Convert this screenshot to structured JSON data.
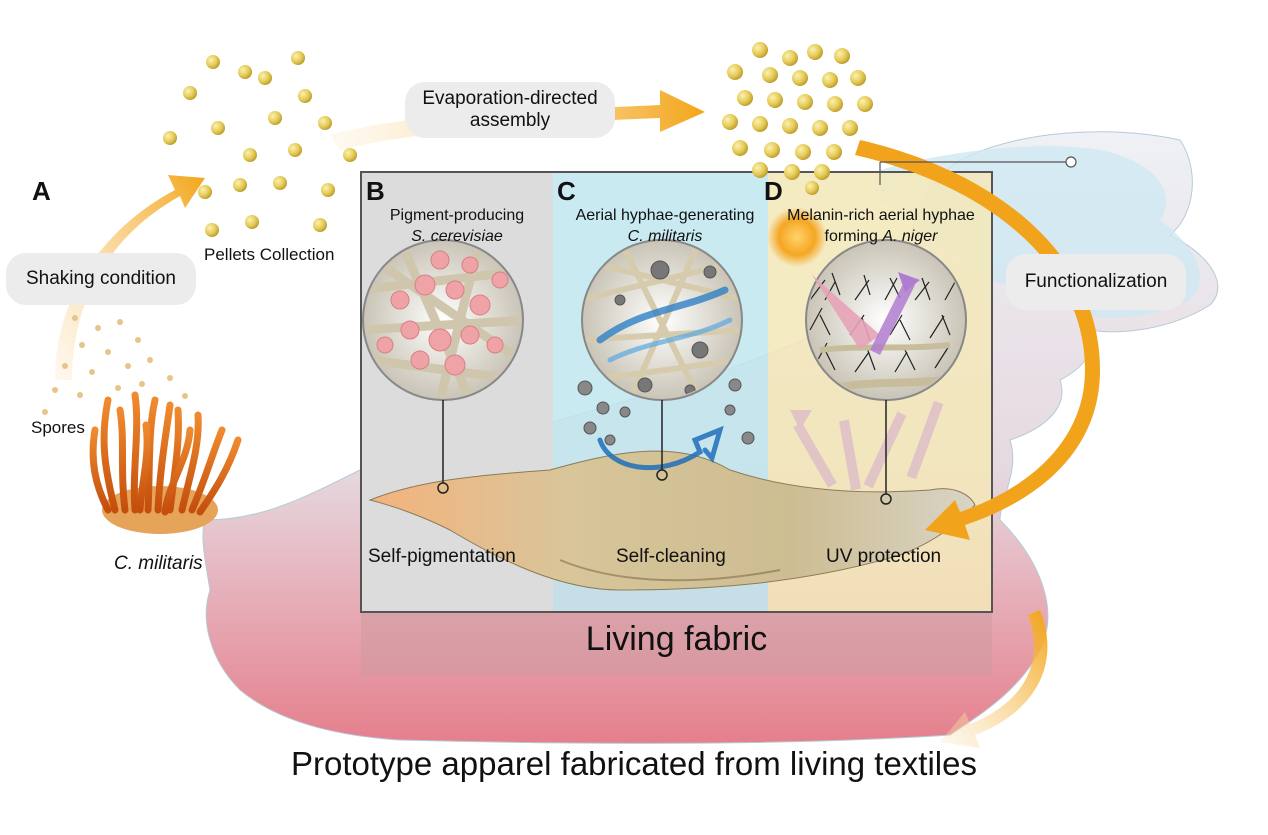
{
  "panels": {
    "a": {
      "letter": "A"
    },
    "b": {
      "letter": "B",
      "title_line1": "Pigment-producing",
      "title_line2": "S. cerevisiae",
      "function": "Self-pigmentation"
    },
    "c": {
      "letter": "C",
      "title_line1": "Aerial hyphae-generating",
      "title_line2": "C. militaris",
      "function": "Self-cleaning"
    },
    "d": {
      "letter": "D",
      "title_line1": "Melanin-rich aerial hyphae",
      "title_line2_prefix": "forming ",
      "title_line2_italic": "A. niger",
      "function": "UV protection"
    }
  },
  "steps": {
    "shaking": "Shaking condition",
    "evaporation_line1": "Evaporation-directed",
    "evaporation_line2": "assembly",
    "functionalization": "Functionalization"
  },
  "labels": {
    "pellets": "Pellets Collection",
    "spores": "Spores",
    "organism": "C. militaris",
    "living_fabric": "Living fabric",
    "bottom_caption": "Prototype apparel fabricated from living textiles"
  },
  "colors": {
    "arrow_orange": "#f2a516",
    "pellet_yellow": "#e8cf5a",
    "panel_b_bg": "#dcdcdc",
    "panel_c_bg": "#bfe6ee",
    "panel_d_bg": "#f3e7b8",
    "apparel_pink": "#e88e97",
    "apparel_blue": "#cfe9f4",
    "cordyceps_orange": "#e56a14",
    "hyphae_pink": "#f0a3a6"
  }
}
